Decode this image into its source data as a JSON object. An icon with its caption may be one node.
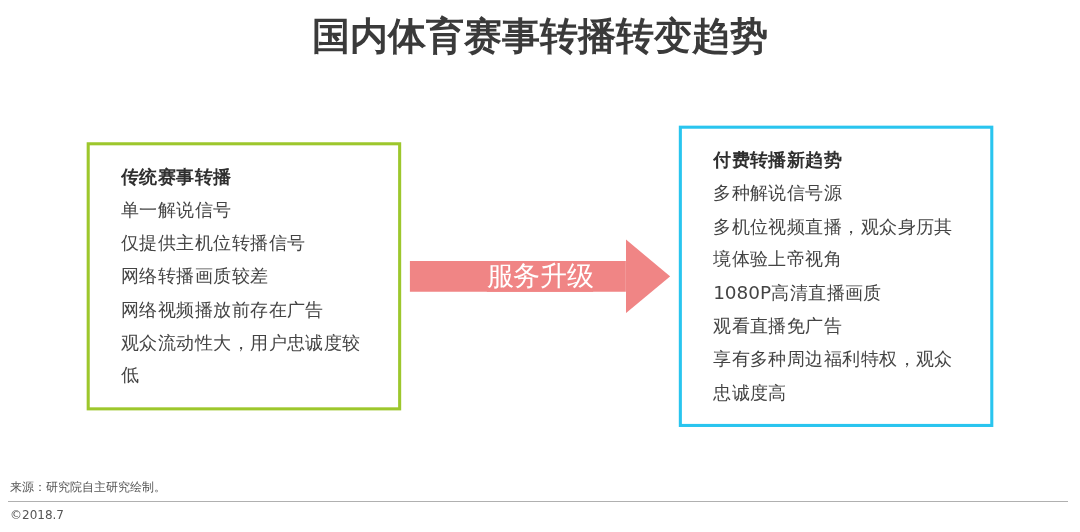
{
  "diagram": {
    "title": "国内体育赛事转播转变趋势",
    "nodes": [
      {
        "text": [
          "传统赛事转播",
          "单一解说信号",
          "仅提供主机位转播信号",
          "网络转播画质较差",
          "网络视频播放前存在广告",
          "观众流动性大，用户忠诚度较低"
        ]
      },
      {
        "text": [
          "付费转播新趋势",
          "多种解说信号源",
          "多机位视频直播，观众身历其境体验上帝视角",
          "1080P高清直播画质",
          "观看直播免广告",
          "享有多种周边福利特权，观众忠诚度高"
        ]
      }
    ],
    "edges": [
      {
        "from": 0,
        "to": 1,
        "arrow": "to",
        "label": "服务升级"
      }
    ],
    "labels": [
      "来源：研究院自主研究绘制。",
      "©2018.7"
    ]
  }
}
